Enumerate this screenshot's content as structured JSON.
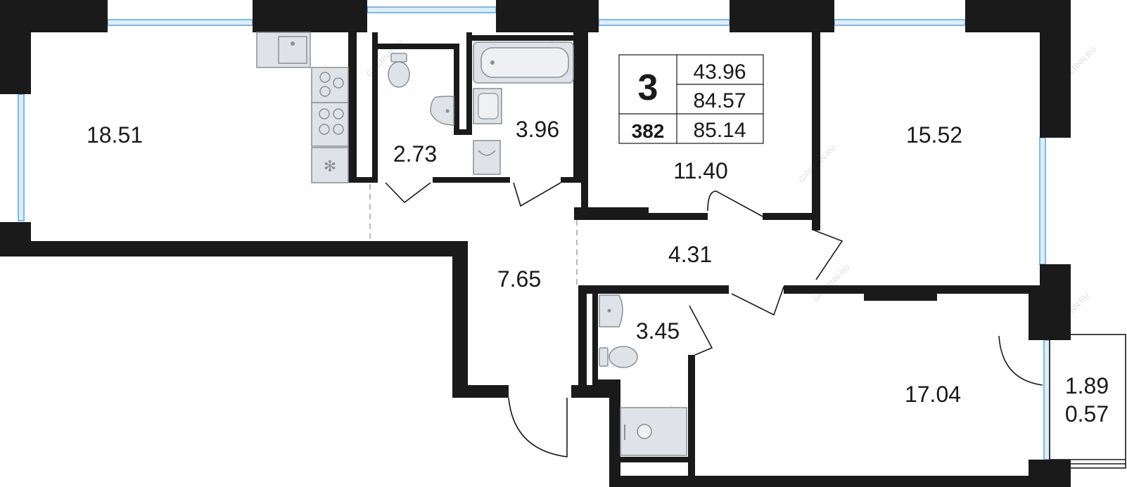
{
  "apartment": {
    "rooms_count": "3",
    "number": "382",
    "living_area": "43.96",
    "total_area": "84.57",
    "total_area_with_balcony": "85.14"
  },
  "rooms": {
    "kitchen_living": "18.51",
    "toilet": "2.73",
    "bathroom": "3.96",
    "bedroom_center": "11.40",
    "bedroom_right": "15.52",
    "corridor": "4.31",
    "hallway": "7.65",
    "bathroom_small": "3.45",
    "bedroom_bottom": "17.04",
    "balcony": "1.89",
    "balcony_reduced": "0.57"
  },
  "watermark": "GIPERNN.RU",
  "colors": {
    "wall": "#1a1a1a",
    "window": "#7fb8e6",
    "fixture": "#dfe2e6"
  }
}
